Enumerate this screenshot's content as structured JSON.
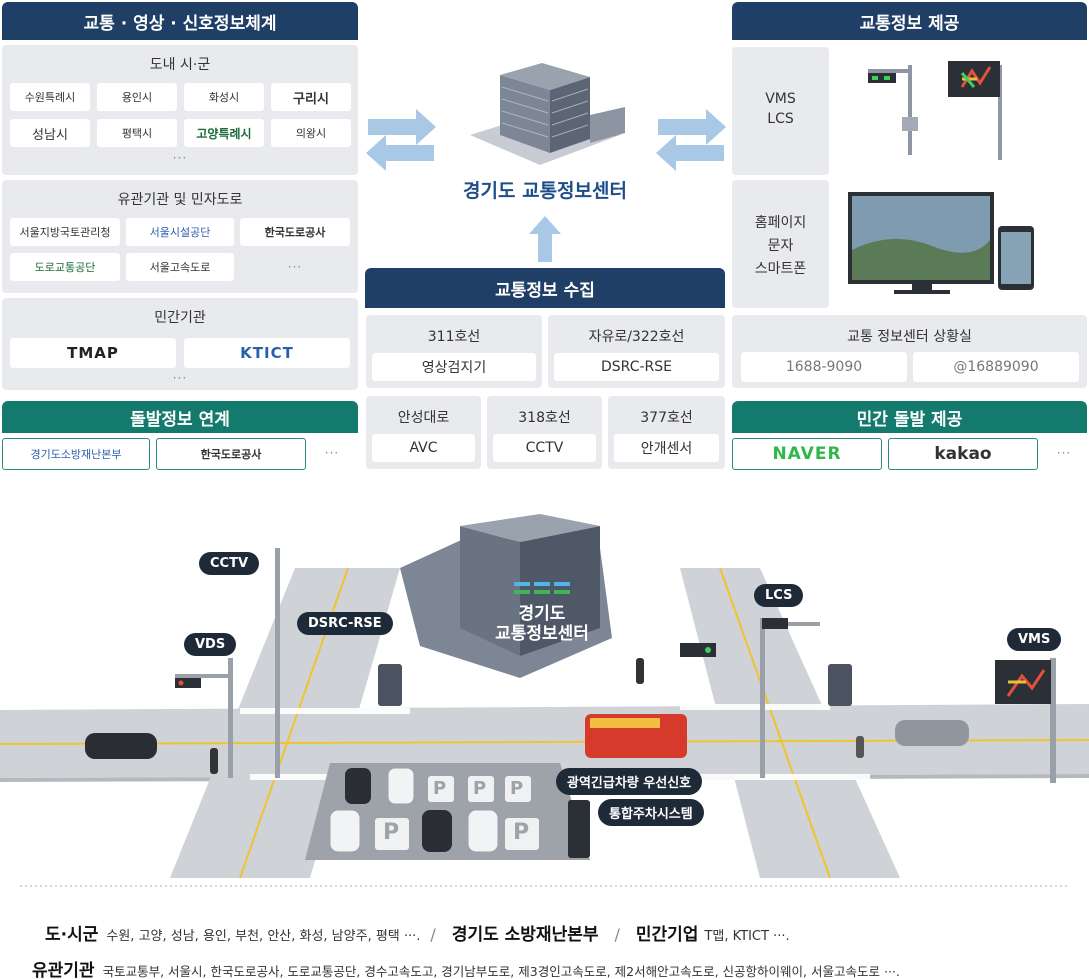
{
  "top_left": {
    "header": "교통 · 영상 · 신호정보체계",
    "doneai": {
      "title": "도내 시·군",
      "cities": [
        "수원특례시",
        "용인시",
        "화성시",
        "구리시",
        "성남시",
        "평택시",
        "고양특례시",
        "의왕시"
      ],
      "more": "···"
    },
    "agencies": {
      "title": "유관기관 및 민자도로",
      "items": [
        "서울지방국토관리청",
        "서울시설공단",
        "한국도로공사",
        "도로교통공단",
        "서울고속도로"
      ],
      "more": "···"
    },
    "private": {
      "title": "민간기관",
      "items": [
        "TMAP",
        "KTICT"
      ],
      "more": "···"
    }
  },
  "incident_link": {
    "header": "돌발정보 연계",
    "items": [
      "경기도소방재난본부",
      "한국도로공사"
    ],
    "more": "···"
  },
  "center": {
    "name": "경기도 교통정보센터",
    "collect_header": "교통정보 수집",
    "collect_rows": [
      [
        {
          "road": "311호선",
          "device": "영상검지기"
        },
        {
          "road": "자유로/322호선",
          "device": "DSRC-RSE"
        }
      ],
      [
        {
          "road": "안성대로",
          "device": "AVC"
        },
        {
          "road": "318호선",
          "device": "CCTV"
        },
        {
          "road": "377호선",
          "device": "안개센서"
        }
      ]
    ]
  },
  "top_right": {
    "header": "교통정보 제공",
    "vms_lcs": [
      "VMS",
      "LCS"
    ],
    "web": [
      "홈페이지",
      "문자",
      "스마트폰"
    ],
    "room": {
      "title": "교통 정보센터 상황실",
      "phone": "1688-9090",
      "sns": "@16889090"
    }
  },
  "private_incident": {
    "header": "민간 돌발 제공",
    "items": [
      "NAVER",
      "kakao"
    ],
    "more": "···"
  },
  "scene": {
    "building_line1": "경기도",
    "building_line2": "교통정보센터",
    "labels": {
      "cctv": "CCTV",
      "dsrc": "DSRC-RSE",
      "vds": "VDS",
      "lcs": "LCS",
      "vms": "VMS",
      "emergency": "광역긴급차량 우선신호",
      "parking": "통합주차시스템",
      "parking_sign": "P"
    }
  },
  "caption": {
    "line1_lead": "도·시군",
    "line1_text": "수원, 고양, 성남, 용인, 부천, 안산, 화성, 남양주, 평택 ···.",
    "line1_mid1": "경기도 소방재난본부",
    "line1_mid2": "민간기업",
    "line1_tail": "T맵, KTICT ···.",
    "line2_lead": "유관기관",
    "line2_text": "국토교통부, 서울시, 한국도로공사, 도로교통공단, 경수고속도고, 경기남부도로, 제3경인고속도로, 제2서해안고속도로, 신공항하이웨이, 서울고속도로 ···."
  },
  "colors": {
    "navy": "#1f3f66",
    "teal": "#147a6e",
    "panel": "#e9eaee",
    "arrow": "#a9c8e6"
  }
}
